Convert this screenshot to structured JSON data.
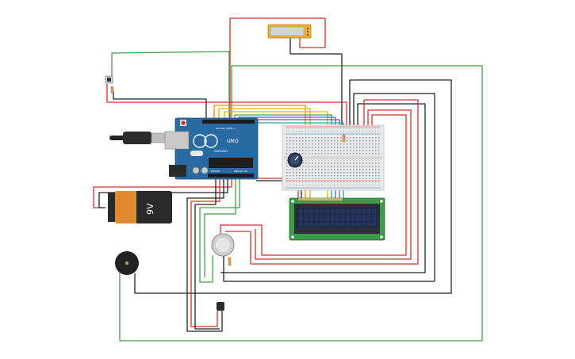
{
  "colors": {
    "background": "#ffffff",
    "wire_red": "#d32f2f",
    "wire_black": "#222222",
    "wire_green": "#43a047",
    "wire_yellow": "#e0b400",
    "wire_orange": "#ef8a00",
    "wire_blue": "#2f6fd6",
    "wire_purple": "#8e44ad",
    "wire_teal": "#26a69a",
    "arduino_blue": "#2a6aa3",
    "lcd_green": "#3c9a4b",
    "lcd_screen": "#1f2a4a",
    "battery_orange": "#e08a2e",
    "battery_black": "#2b2b2b",
    "breadboard": "#e9e9e9",
    "lcd_i2c_body": "#f2b234",
    "lcd_i2c_screen": "#cfd6dc"
  },
  "components": {
    "arduino": {
      "board_label": "UNO",
      "brand_label": "ARDUINO",
      "digital_label": "DIGITAL (PWM~)",
      "analog_label": "ANALOG IN",
      "power_label": "POWER"
    },
    "battery": {
      "label": "9V"
    },
    "lcd16x2": {
      "rows": 2,
      "cols": 16
    },
    "breadboard": {
      "type": "half"
    },
    "potentiometer": {
      "type": "rotary"
    },
    "push_button": {
      "type": "tactile"
    },
    "gas_sensor": {
      "type": "round"
    },
    "piezo_buzzer": {
      "type": "piezo"
    },
    "temp_sensor": {
      "type": "TO-92"
    },
    "i2c_display": {
      "type": "small-lcd"
    }
  }
}
